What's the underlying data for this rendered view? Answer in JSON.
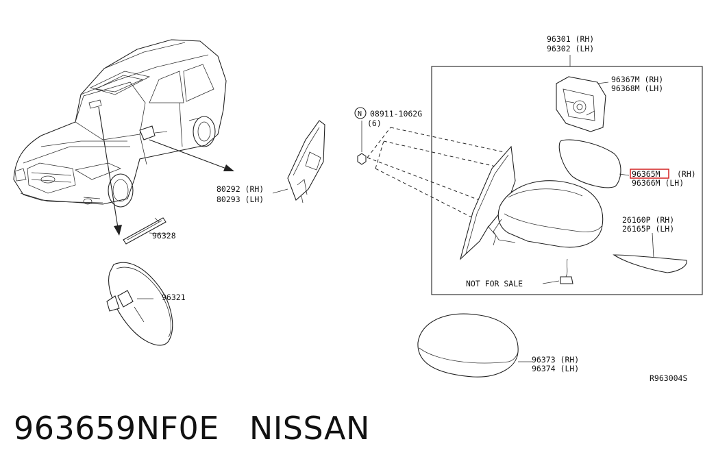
{
  "diagram": {
    "callouts": {
      "mirror_assy_rh": "96301 (RH)",
      "mirror_assy_lh": "96302 (LH)",
      "actuator_rh": "96367M (RH)",
      "actuator_lh": "96368M (LH)",
      "nut_code": "08911-1062G",
      "nut_qty": "(6)",
      "nut_symbol": "N",
      "glass_rh_code": "96365M",
      "glass_rh_suffix": "(RH)",
      "glass_lh": "96366M (LH)",
      "finisher_rh": "80292 (RH)",
      "finisher_lh": "80293 (LH)",
      "lamp_rh": "26160P (RH)",
      "lamp_lh": "26165P (LH)",
      "seal": "96328",
      "inner_mirror": "96321",
      "not_for_sale": "NOT FOR SALE",
      "cover_rh": "96373 (RH)",
      "cover_lh": "96374 (LH)",
      "ref_code": "R963004S"
    },
    "highlight_color": "#d42020"
  },
  "footer": {
    "part_number": "963659NF0E",
    "brand": "NISSAN"
  }
}
